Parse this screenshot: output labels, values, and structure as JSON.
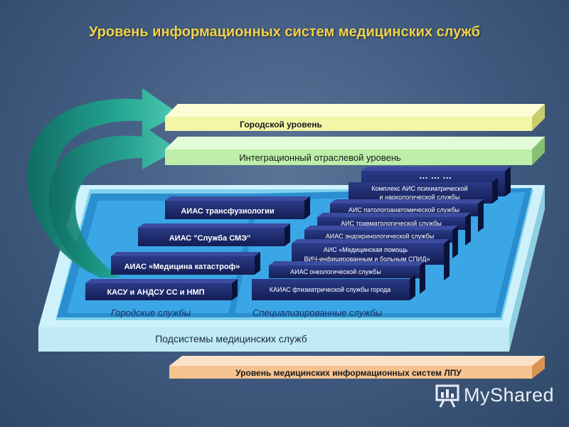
{
  "title": "Уровень информационных систем медицинских служб",
  "levels": {
    "city": "Городской уровень",
    "integration": "Интеграционный отраслевой уровень",
    "subsystems": "Подсистемы медицинских служб",
    "lpu": "Уровень медицинских информационных систем ЛПУ"
  },
  "sections": {
    "city_services": "Городские службы",
    "specialized_services": "Специализированные службы"
  },
  "city_systems": [
    "АИАС трансфузиологии",
    "АИАС \"Служба СМЭ\"",
    "АИАС «Медицина катастроф»",
    "КАСУ и АНДСУ СС и НМП"
  ],
  "specialized_systems": {
    "ellipsis": "… … …",
    "complex_line1": "Комплекс АИС психиатрической",
    "complex_line2": "и наркологической службы",
    "patho": "АИС патологоанатомической службы",
    "trauma": "АИС травматологической службы",
    "endo": "АИАС эндокринологической службы",
    "hiv_line1": "АИС «Медицинская помощь",
    "hiv_line2": "ВИЧ-инфицированным и больным СПИД»",
    "onco": "АИАС онкологической службы",
    "tb": "КАИАС фтизиатрической службы города"
  },
  "watermark": "MyShared",
  "colors": {
    "title": "#f2d24a",
    "city_bar": "#f5f8b0",
    "integration_bar": "#c4f2b4",
    "platform": "#c9f1fb",
    "lpu_bar": "#f8c79a",
    "block": "#1d2a6b",
    "arrow": "#1fa28c"
  }
}
